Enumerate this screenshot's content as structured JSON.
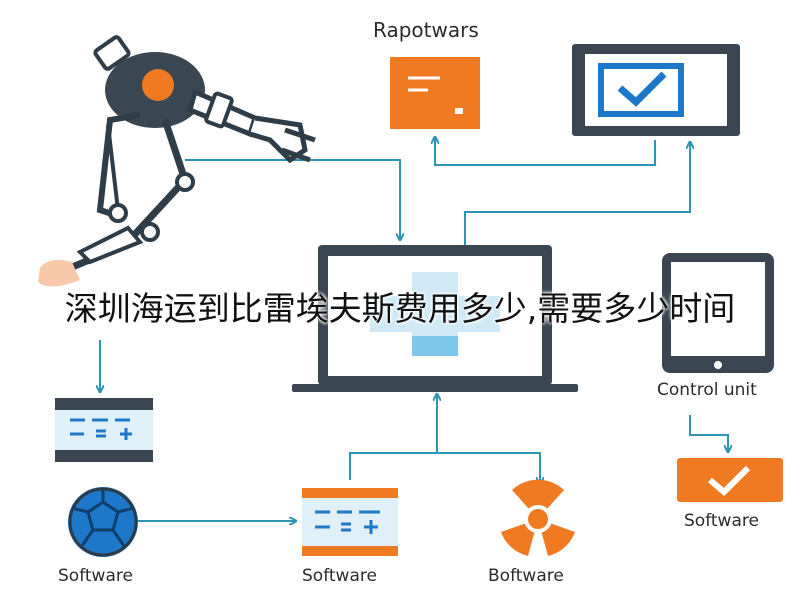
{
  "colors": {
    "connector": "#2a96b3",
    "orange": "#f07a22",
    "dark": "#3a4752",
    "light_blue": "#cfe9f6",
    "accent_blue": "#1d78c9"
  },
  "labels": {
    "top_node": "Rapotwars",
    "control_unit": "Control unit",
    "software_right": "Software",
    "software_left": "Software",
    "software_mid": "Software",
    "boftware": "Boftware"
  },
  "banner": "深圳海运到比雷埃夫斯费用多少,需要多少时间",
  "icons": [
    "robot-arm-icon",
    "orange-document-icon",
    "check-monitor-icon",
    "laptop-icon",
    "tablet-icon",
    "control-panel-icon",
    "ball-icon",
    "orange-panel-icon",
    "radiation-icon",
    "orange-check-icon"
  ]
}
